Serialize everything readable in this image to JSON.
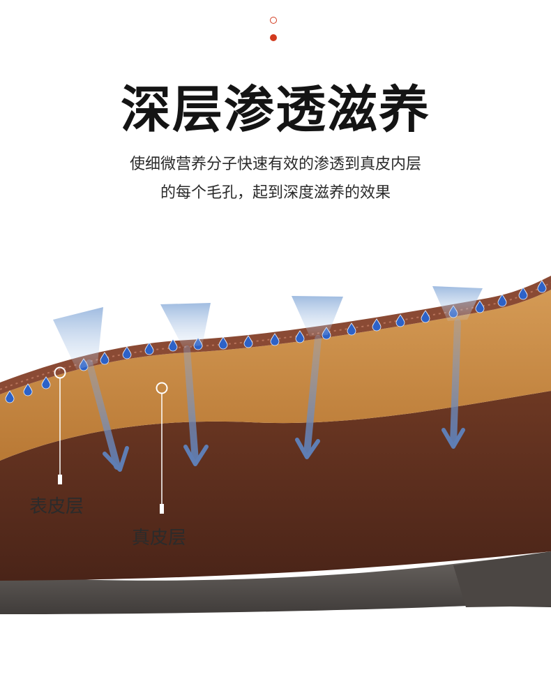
{
  "heading": {
    "title": "深层渗透滋养",
    "subtitle_line1": "使细微营养分子快速有效的渗透到真皮内层",
    "subtitle_line2": "的每个毛孔，起到深度滋养的效果"
  },
  "labels": {
    "epidermis": "表皮层",
    "dermis": "真皮层"
  },
  "colors": {
    "accent_dot": "#d23a1e",
    "title_text": "#141414",
    "epidermis_stitch": "#8a4a34",
    "suede_layer": "#c88d48",
    "dermis_layer": "#5d2e1f",
    "sole": "#5a5552",
    "droplet": "#2d62c7",
    "arrow": "#5f7eb4"
  },
  "icons": [
    "droplet-icon",
    "down-arrow-icon",
    "marker-circle-icon"
  ]
}
